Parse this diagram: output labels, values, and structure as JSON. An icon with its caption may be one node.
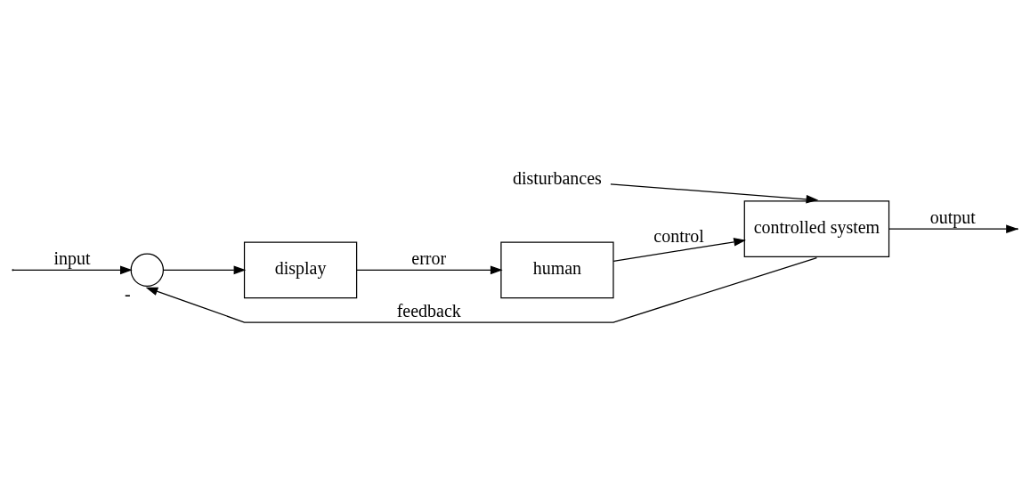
{
  "diagram": {
    "nodes": [
      {
        "text": [],
        "shape": "circle",
        "beside": [
          "-"
        ]
      },
      {
        "text": [
          "display"
        ]
      },
      {
        "text": [
          "human"
        ]
      },
      {
        "text": [
          "controlled system"
        ]
      },
      {
        "text": [
          "disturbances"
        ]
      }
    ],
    "edges": [
      {
        "from": null,
        "to": 0,
        "arrow": "to",
        "label": "input"
      },
      {
        "from": 0,
        "to": 1,
        "arrow": "to"
      },
      {
        "from": 1,
        "to": 2,
        "arrow": "to",
        "label": "error"
      },
      {
        "from": 2,
        "to": 3,
        "arrow": "to",
        "label": "control"
      },
      {
        "from": 4,
        "to": 3,
        "arrow": "to"
      },
      {
        "from": 3,
        "to": null,
        "arrow": "to",
        "label": "output"
      },
      {
        "from": 3,
        "to": 0,
        "arrow": "to",
        "label": "feedback"
      }
    ]
  }
}
